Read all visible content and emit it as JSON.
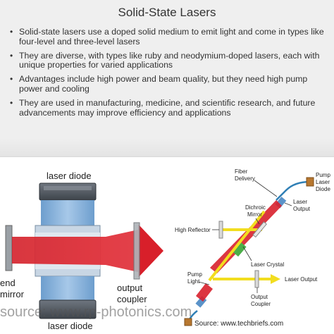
{
  "title": "Solid-State Lasers",
  "bullets": [
    "Solid-state lasers use a doped solid medium to emit light and come in types like four-level and three-level lasers",
    "They are diverse, with types like ruby and neodymium-doped lasers, each with unique properties for varied applications",
    "Advantages include high power and beam quality, but they need high pump power and cooling",
    "They are used in manufacturing, medicine, and scientific research, and future advancements may improve efficiency and applications"
  ],
  "left_figure": {
    "label_top": "laser diode",
    "label_bottom": "laser diode",
    "label_end_mirror_1": "end",
    "label_end_mirror_2": "mirror",
    "label_output_1": "output",
    "label_output_2": "coupler",
    "watermark": "source: www.rp-photonics.com"
  },
  "right_figure": {
    "fiber_delivery_1": "Fiber",
    "fiber_delivery_2": "Delivery",
    "pump_laser_diode_1": "Pump",
    "pump_laser_diode_2": "Laser",
    "pump_laser_diode_3": "Diode",
    "laser_output_top_1": "Laser",
    "laser_output_top_2": "Output",
    "dichroic_1": "Dichroic",
    "dichroic_2": "Mirror",
    "high_reflector": "High Reflector",
    "laser_crystal": "Laser Crystal",
    "pump_light_1": "Pump",
    "pump_light_2": "Light",
    "laser_output_right": "Laser Output",
    "output_coupler_1": "Output",
    "output_coupler_2": "Coupler",
    "watermark": "Source: www.techbriefs.com"
  },
  "colors": {
    "beam_red": "#d8202c",
    "pump_yellow": "#f2dd1f",
    "crystal_green": "#4cae49",
    "mirror_blue": "#5b93c9",
    "fiber_blue": "#2f7fb5"
  }
}
